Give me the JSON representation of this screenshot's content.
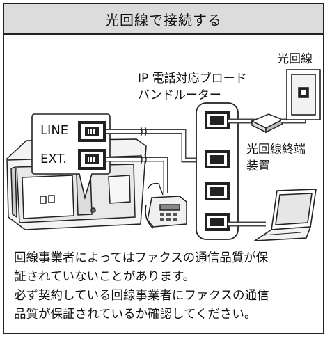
{
  "title": "光回線で接続する",
  "labels": {
    "fiber_line": "光回線",
    "router_line1": "IP 電話対応ブロード",
    "router_line2": "バンドルーター",
    "line_port": "LINE",
    "ext_port": "EXT.",
    "onu_line1": "光回線終端",
    "onu_line2": "装置"
  },
  "note": [
    "回線事業者によってはファクスの通信品質が保",
    "証されていないことがあります。",
    "必ず契約している回線事業者にファクスの通信",
    "品質が保証されているか確認してください。"
  ]
}
